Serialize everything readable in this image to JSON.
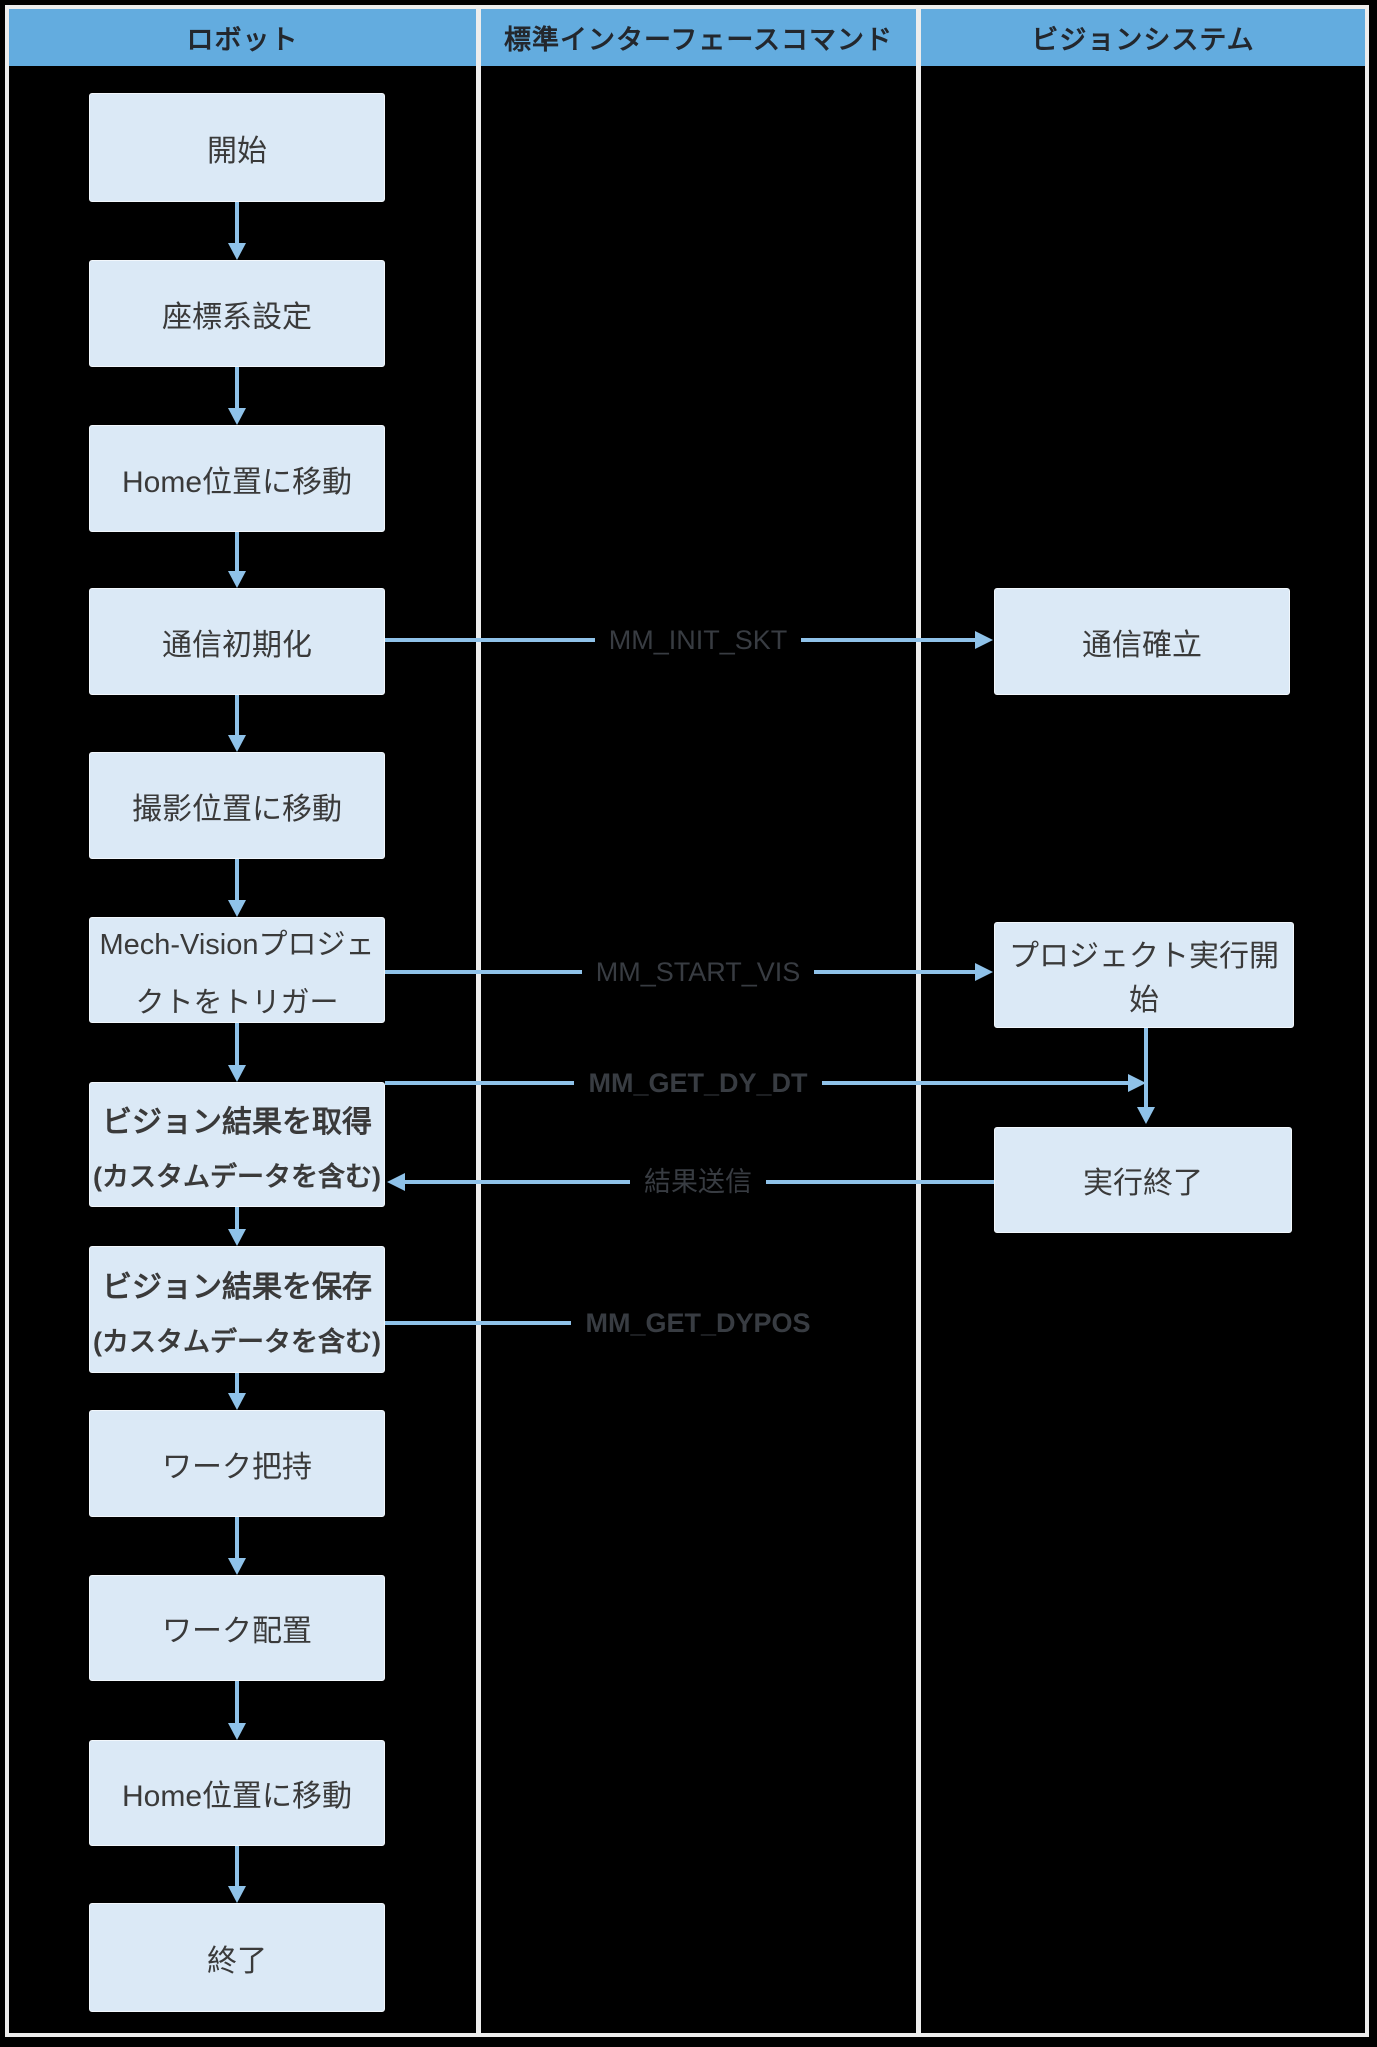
{
  "header": {
    "robot": "ロボット",
    "commands": "標準インターフェースコマンド",
    "vision": "ビジョンシステム"
  },
  "robot_flow": {
    "start": "開始",
    "set_coordinate": "座標系設定",
    "move_home_1": "Home位置に移動",
    "comm_init": "通信初期化",
    "move_capture": "撮影位置に移動",
    "trigger_line1": "Mech-Visionプロジェ",
    "trigger_line2": "クトをトリガー",
    "get_result_line1": "ビジョン結果を取得",
    "get_result_line2": "(カスタムデータを含む)",
    "save_result_line1": "ビジョン結果を保存",
    "save_result_line2": "(カスタムデータを含む)",
    "grasp_work": "ワーク把持",
    "place_work": "ワーク配置",
    "move_home_2": "Home位置に移動",
    "end": "終了"
  },
  "commands": {
    "init_skt": "MM_INIT_SKT",
    "start_vis": "MM_START_VIS",
    "get_dy_dt": "MM_GET_DY_DT",
    "send_result": "結果送信",
    "get_dypos": "MM_GET_DYPOS"
  },
  "vision_flow": {
    "comm_established": "通信確立",
    "project_exec_start": "プロジェクト実行開始",
    "exec_end": "実行終了"
  },
  "colors": {
    "canvas_bg": "#000000",
    "header_bg": "#63ACDF",
    "box_bg": "#DBE9F6",
    "arrow": "#8FC2E9",
    "frame": "#EDEDED",
    "box_text": "#3A3A3A",
    "command_text": "#383C42"
  }
}
